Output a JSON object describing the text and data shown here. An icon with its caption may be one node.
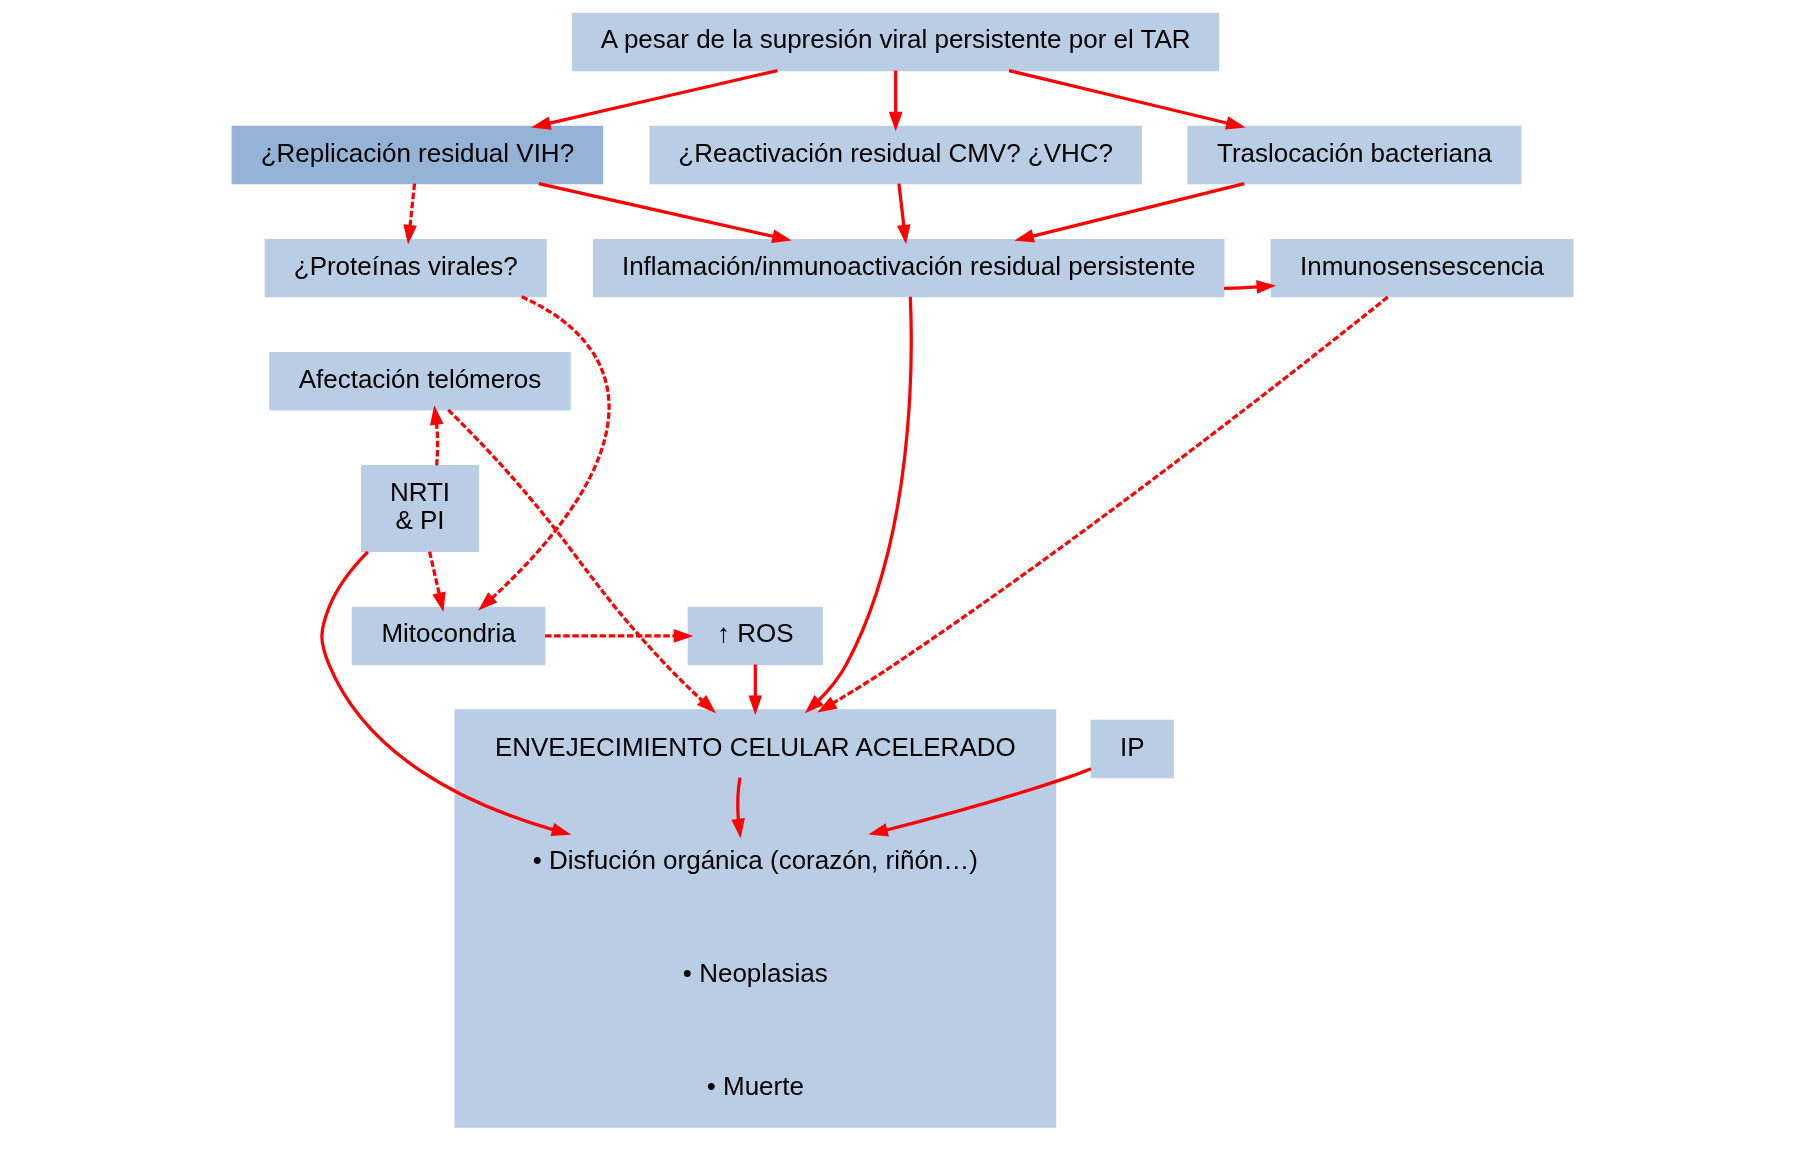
{
  "diagram": {
    "nodes": [
      {
        "text": [
          "A pesar de la supresión viral persistente por el TAR"
        ]
      },
      {
        "text": [
          "¿Replicación residual VIH?"
        ]
      },
      {
        "text": [
          "¿Reactivación residual CMV? ¿VHC?"
        ]
      },
      {
        "text": [
          "Traslocación bacteriana"
        ]
      },
      {
        "text": [
          "Inflamación/inmunoactivación residual persistente"
        ]
      },
      {
        "text": [
          "¿Proteínas virales?"
        ]
      },
      {
        "text": [
          "Inmunosensescencia"
        ]
      },
      {
        "text": [
          "Afectación telómeros"
        ]
      },
      {
        "text": [],
        "shape": "box"
      },
      {
        "text": [
          "ENVEJECIMIENTO CELULAR ACELERADO"
        ],
        "in": 8
      },
      {
        "text": [
          "• Disfución orgánica (corazón, riñón…)"
        ],
        "in": 8
      },
      {
        "text": [
          "• Neoplasias"
        ],
        "in": 8
      },
      {
        "text": [
          "• Muerte"
        ],
        "in": 8
      },
      {
        "text": [
          "NRTI",
          "& PI"
        ]
      },
      {
        "text": [
          "IP"
        ]
      },
      {
        "text": [
          "Mitocondria"
        ]
      },
      {
        "text": [
          "↑ ROS"
        ]
      }
    ],
    "edges": [
      {
        "from": 0,
        "to": 1,
        "arrow": "to"
      },
      {
        "from": 0,
        "to": 2,
        "arrow": "to"
      },
      {
        "from": 0,
        "to": 3,
        "arrow": "to"
      },
      {
        "from": 1,
        "to": 4,
        "arrow": "to"
      },
      {
        "from": 2,
        "to": 4,
        "arrow": "to"
      },
      {
        "from": 3,
        "to": 4,
        "arrow": "to"
      },
      {
        "from": 1,
        "to": 5,
        "arrow": "to",
        "style": "dashed"
      },
      {
        "from": 4,
        "to": 6,
        "arrow": "to"
      },
      {
        "from": 4,
        "to": 8,
        "arrow": "to"
      },
      {
        "from": 7,
        "to": 8,
        "arrow": "to",
        "style": "dashed"
      },
      {
        "from": 6,
        "to": 8,
        "arrow": "to",
        "style": "dashed"
      },
      {
        "from": 9,
        "to": 10,
        "arrow": "to"
      },
      {
        "from": 13,
        "to": 7,
        "arrow": "to",
        "style": "dashed"
      },
      {
        "from": 13,
        "to": 10,
        "arrow": "to"
      },
      {
        "from": 14,
        "to": 10,
        "arrow": "to"
      },
      {
        "from": 13,
        "to": 15,
        "arrow": "to",
        "style": "dashed"
      },
      {
        "from": 5,
        "to": 15,
        "arrow": "to",
        "style": "dashed"
      },
      {
        "from": 15,
        "to": 16,
        "arrow": "to",
        "style": "dashed"
      },
      {
        "from": 16,
        "to": 8,
        "arrow": "to"
      }
    ]
  }
}
